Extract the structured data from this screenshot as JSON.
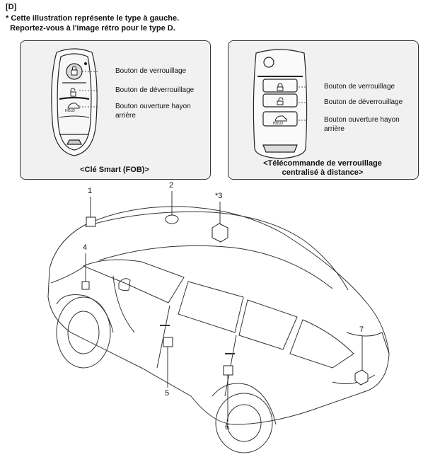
{
  "header": {
    "section": "[D]",
    "note_line1": "* Cette illustration représente le type à gauche.",
    "note_line2": "  Reportez-vous à l'image rétro pour le type D."
  },
  "smart_key": {
    "caption": "<Clé Smart (FOB)>",
    "hold_text": "HOLD",
    "callouts": [
      "Bouton de verrouillage",
      "Bouton de déverrouillage",
      "Bouton ouverture hayon",
      "arrière"
    ]
  },
  "remote": {
    "caption_line1": "<Télécommande de verrouillage",
    "caption_line2": "centralisé à distance>",
    "hold_text": "HOLD",
    "callouts": [
      "Bouton de verrouillage",
      "Bouton de déverrouillage",
      "Bouton ouverture hayon",
      "arrière"
    ]
  },
  "component_numbers": [
    "1",
    "2",
    "*3",
    "4",
    "5",
    "6",
    "7"
  ]
}
